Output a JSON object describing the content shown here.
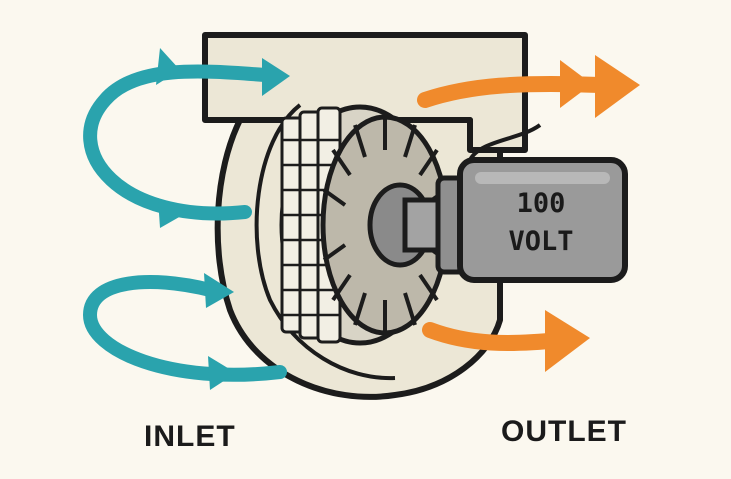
{
  "diagram": {
    "title": "",
    "inlet_label": "INLET",
    "outlet_label": "OUTLET",
    "motor_label_line1": "100",
    "motor_label_line2": "VOLT"
  },
  "colors": {
    "background": "#fbf8ef",
    "housing": "#ece7d6",
    "outline": "#1c1c1c",
    "inlet_arrow": "#2aa3ad",
    "outlet_arrow": "#f08a2c",
    "motor_body": "#9a9a9a"
  }
}
